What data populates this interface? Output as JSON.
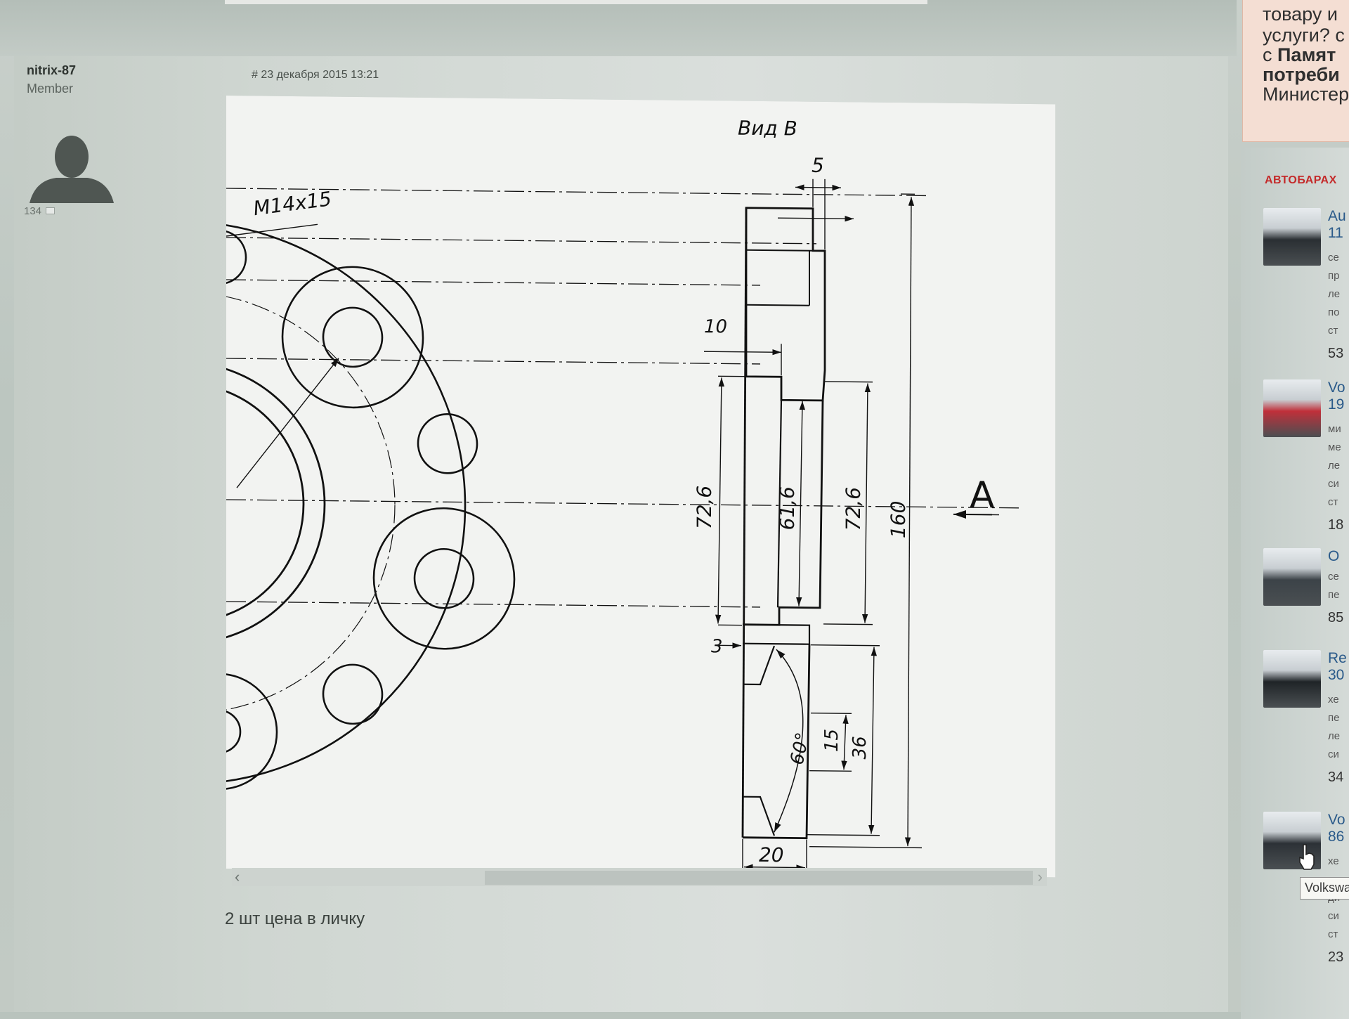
{
  "post": {
    "username": "nitrix-87",
    "role": "Member",
    "post_count": "134",
    "date": "# 23 декабря 2015 13:21",
    "text": "2 шт цена в личку"
  },
  "drawing": {
    "view_label": "Вид В",
    "thread_label": "M14x15",
    "section_label": "A",
    "dims": {
      "top_step": "5",
      "step_10": "10",
      "left_72": "72,6",
      "inner_61": "61,6",
      "right_72": "72,6",
      "overall": "160",
      "small_3": "3",
      "angle": "60°",
      "d15": "15",
      "d36": "36",
      "width": "20"
    }
  },
  "ad": {
    "line1": "товару и",
    "line2": "услуги? с",
    "line3_prefix": "с ",
    "line3_bold": "Памят",
    "line4": "потреби",
    "line5": "Министер"
  },
  "sidebar": {
    "title": "АВТОБАРАХ",
    "listings": [
      {
        "title": "Au",
        "year": "11",
        "desc": [
          "се",
          "пр",
          "ле",
          "по",
          "ст"
        ],
        "price": "53",
        "thumb_color": "#2a2f33"
      },
      {
        "title": "Vo",
        "year": "19",
        "desc": [
          "ми",
          "ме",
          "ле",
          "си",
          "ст"
        ],
        "price": "18",
        "thumb_color": "#c0303a"
      },
      {
        "title": "O",
        "year": "",
        "desc": [
          "се",
          "пе"
        ],
        "price": "85",
        "thumb_color": "#3c4348"
      },
      {
        "title": "Re",
        "year": "30",
        "desc": [
          "хе",
          "пе",
          "ле",
          "си"
        ],
        "price": "34",
        "thumb_color": "#1f2427"
      },
      {
        "title": "Vo",
        "year": "86",
        "desc": [
          "хе",
          "",
          "ди",
          "си",
          "ст"
        ],
        "price": "23",
        "thumb_color": "#2c3136"
      }
    ],
    "tooltip": "Volkswa"
  }
}
